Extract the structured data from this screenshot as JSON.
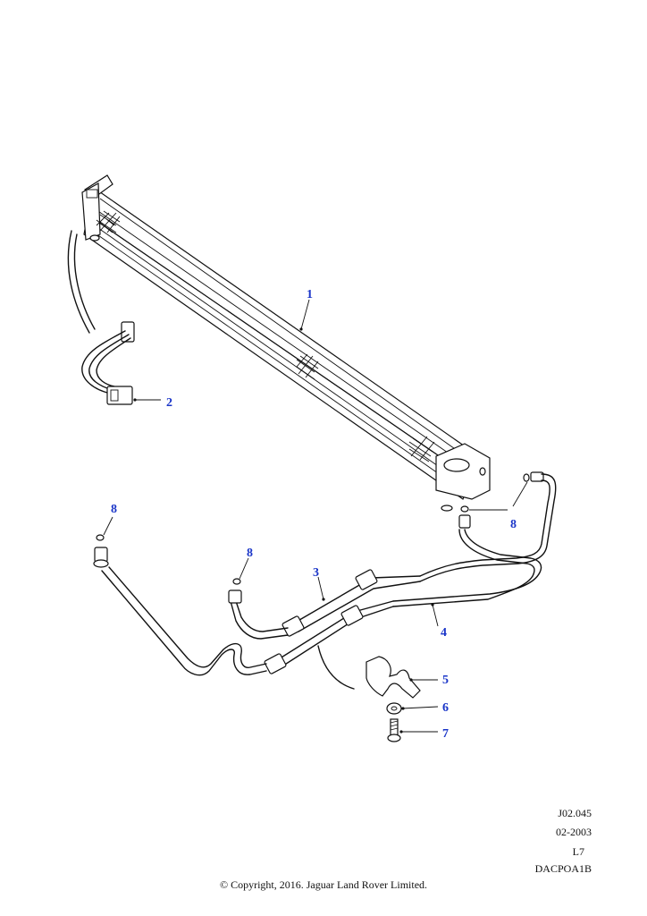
{
  "callouts": {
    "c1": "1",
    "c2": "2",
    "c3": "3",
    "c4": "4",
    "c5": "5",
    "c6": "6",
    "c7": "7",
    "c8a": "8",
    "c8b": "8",
    "c8c": "8"
  },
  "reference": {
    "figure_code": "J02.045",
    "date": "02-2003",
    "level": "L7",
    "catalogue_code": "DACPOA1B"
  },
  "copyright": "© Copyright, 2016. Jaguar Land Rover Limited.",
  "colors": {
    "callout": "#1a35c8",
    "line": "#111111"
  }
}
